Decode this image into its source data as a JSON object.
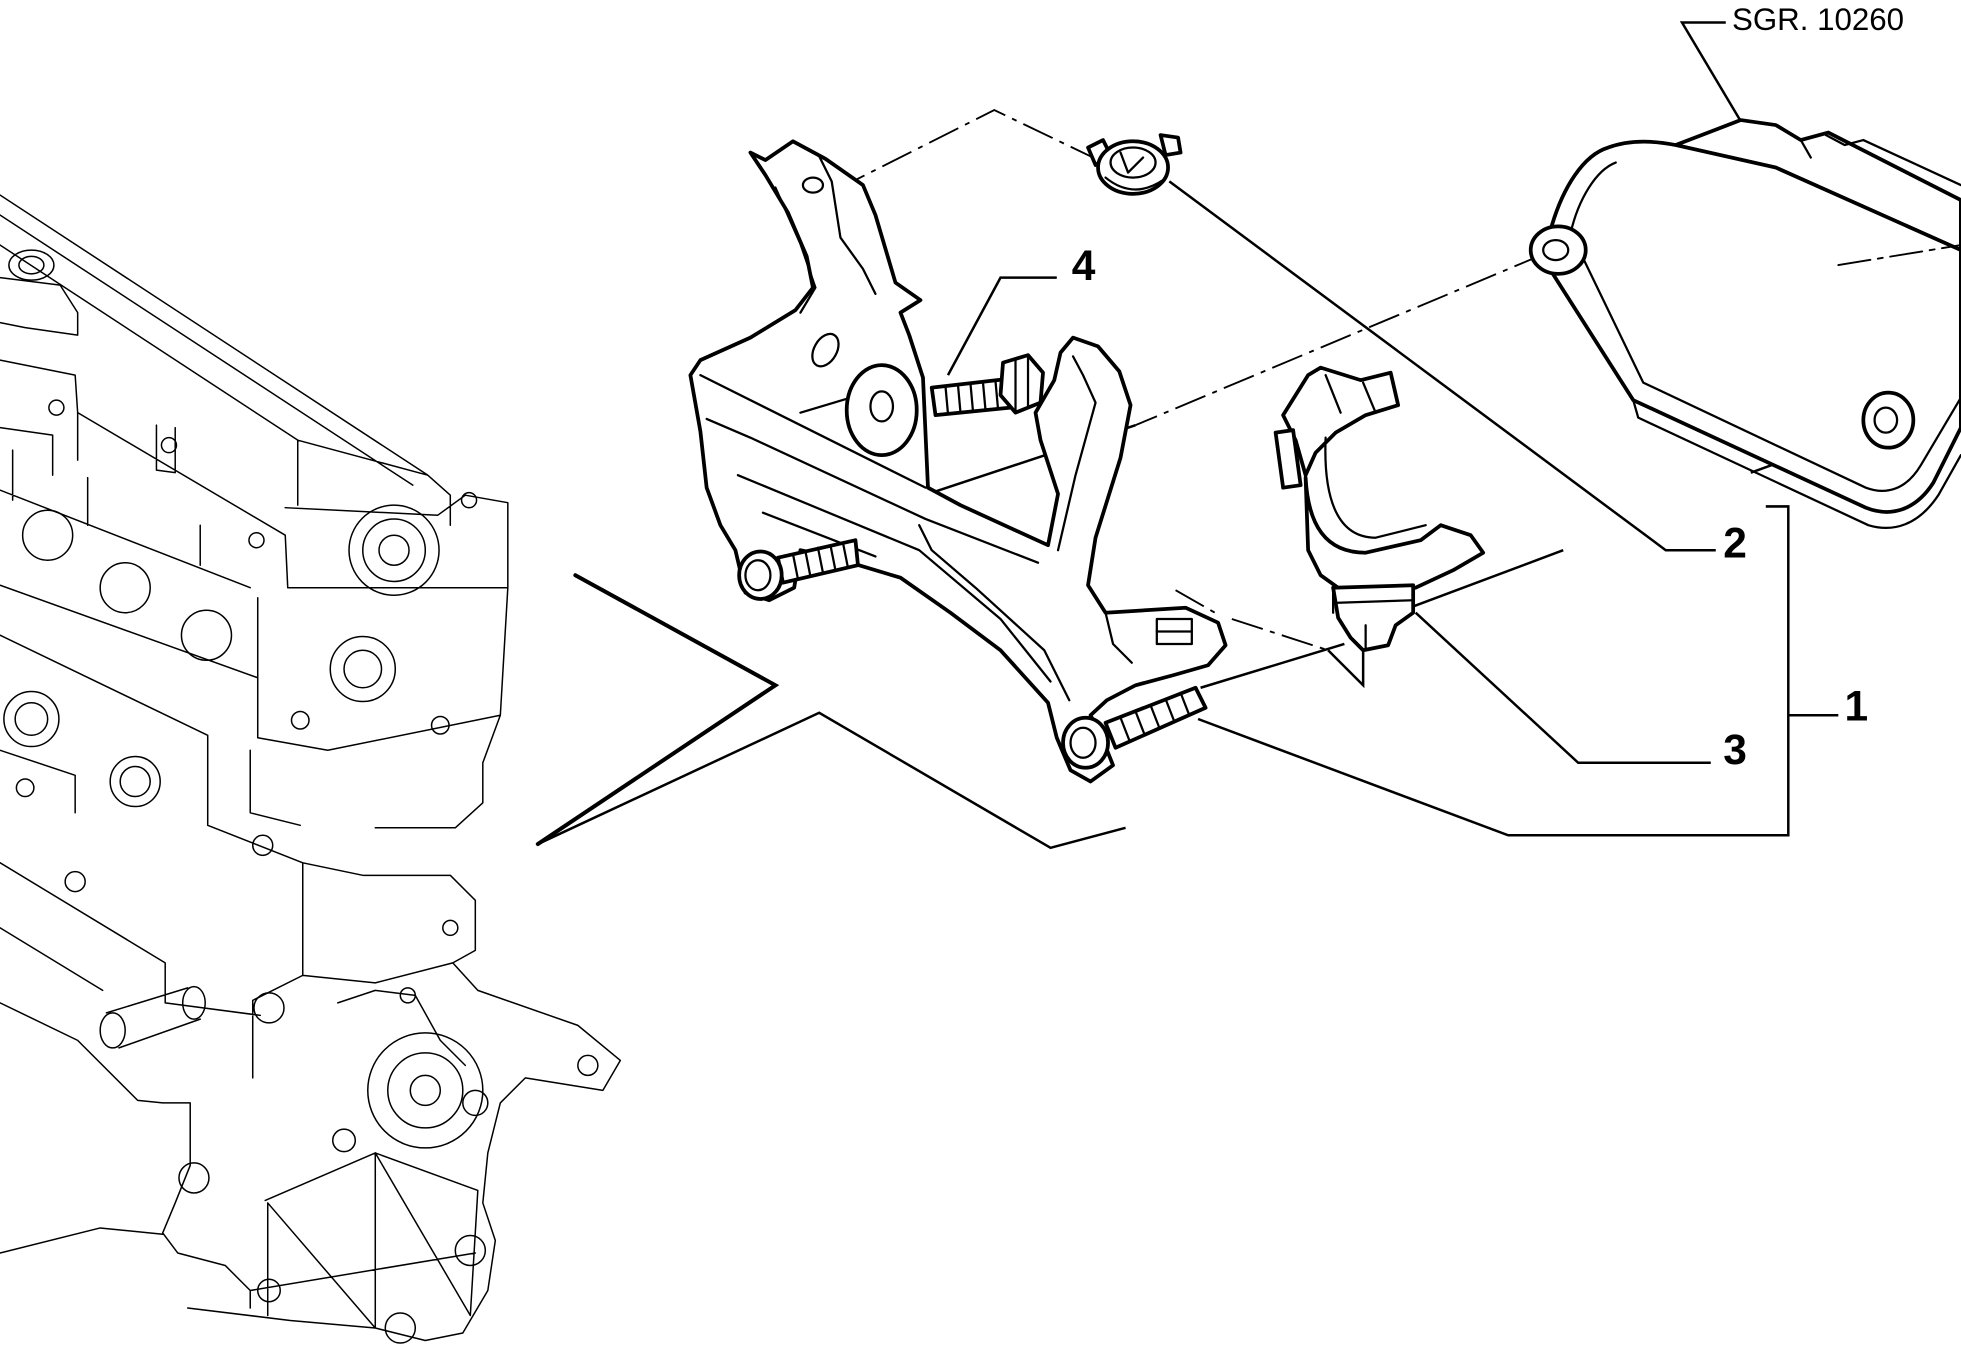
{
  "diagram": {
    "reference_code": "SGR. 10260",
    "callouts": [
      {
        "label": "1"
      },
      {
        "label": "2"
      },
      {
        "label": "3"
      },
      {
        "label": "4"
      }
    ]
  },
  "colors": {
    "line": "#000000",
    "background": "#ffffff"
  }
}
